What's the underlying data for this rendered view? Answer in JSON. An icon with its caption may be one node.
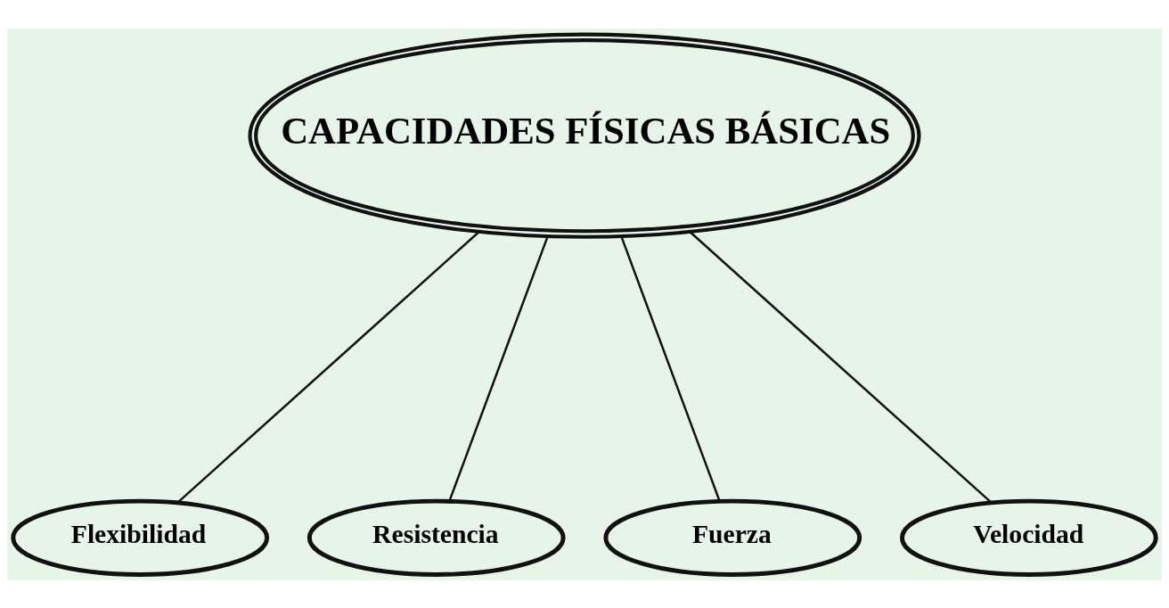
{
  "diagram": {
    "nodes": [
      {
        "text": [
          "CAPACIDADES FÍSICAS BÁSICAS"
        ]
      },
      {
        "text": [
          "Flexibilidad"
        ]
      },
      {
        "text": [
          "Resistencia"
        ]
      },
      {
        "text": [
          "Fuerza"
        ]
      },
      {
        "text": [
          "Velocidad"
        ]
      }
    ],
    "edges": [
      {
        "from": 0,
        "to": 1,
        "arrow": "none"
      },
      {
        "from": 0,
        "to": 2,
        "arrow": "none"
      },
      {
        "from": 0,
        "to": 3,
        "arrow": "none"
      },
      {
        "from": 0,
        "to": 4,
        "arrow": "none"
      }
    ]
  }
}
